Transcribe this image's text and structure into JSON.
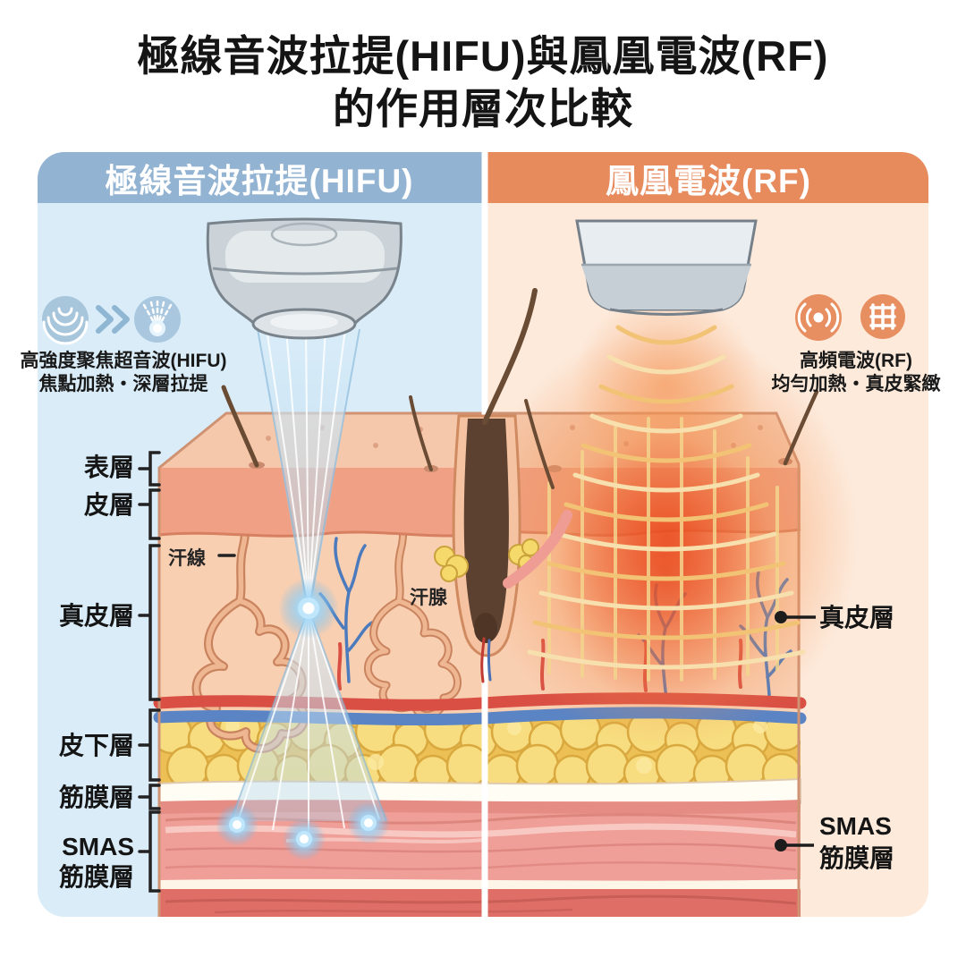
{
  "title": {
    "line1": "極線音波拉提(HIFU)與鳳凰電波(RF)",
    "line2": "的作用層次比較"
  },
  "hifu_panel": {
    "header": "極線音波拉提(HIFU)",
    "caption_line1": "高強度聚焦超音波(HIFU)",
    "caption_line2": "焦點加熱・深層拉提",
    "icons": [
      "ultrasound-waves-icon",
      "chevron-right-icon",
      "focused-beam-icon"
    ],
    "colors": {
      "header": "#92b3d2",
      "background": "#d9ecf8",
      "beam": "#cfe6f4",
      "focus_glow": "#6ab7ea"
    }
  },
  "rf_panel": {
    "header": "鳳凰電波(RF)",
    "caption_line1": "高頻電波(RF)",
    "caption_line2": "均勻加熱・真皮緊緻",
    "icons": [
      "radio-wave-icon",
      "grid-mesh-icon"
    ],
    "colors": {
      "header": "#e78a5c",
      "background": "#fdeadb",
      "wave": "#f2c275",
      "glow": "#ee5a26"
    }
  },
  "layer_labels_left": [
    {
      "label": "表層"
    },
    {
      "label": "皮層"
    },
    {
      "label": "真皮層"
    },
    {
      "label": "皮下層"
    },
    {
      "label": "筋膜層"
    },
    {
      "label": "SMAS",
      "label2": "筋膜層"
    }
  ],
  "layer_labels_right": [
    {
      "label": "真皮層"
    },
    {
      "label": "SMAS",
      "label2": "筋膜層"
    }
  ],
  "anatomy_labels": {
    "sweat_duct": "汗線",
    "sweat_gland": "汗腺"
  }
}
